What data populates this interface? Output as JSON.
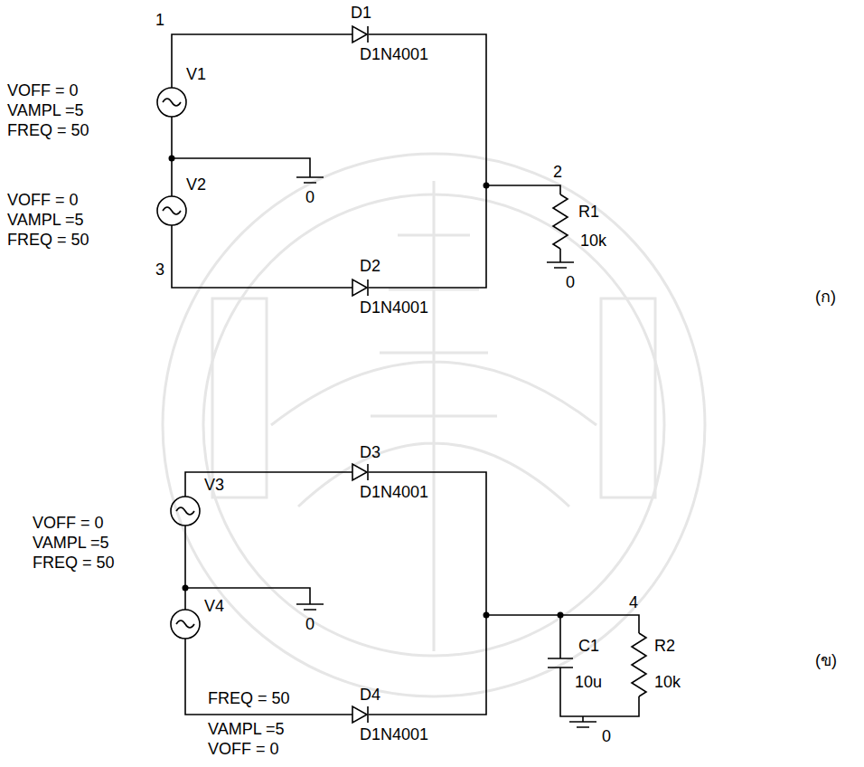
{
  "diagram": {
    "labels": [
      "1",
      "D1",
      "V1",
      "VOFF = 0",
      "VAMPL =5",
      "FREQ = 50",
      "D1N4001",
      "0",
      "2",
      "R1",
      "10k",
      "V2",
      "VOFF = 0",
      "VAMPL =5",
      "FREQ = 50",
      "3",
      "D2",
      "D1N4001",
      "0",
      "(ก)",
      "D3",
      "V3",
      "D1N4001",
      "VOFF = 0",
      "VAMPL =5",
      "FREQ = 50",
      "0",
      "4",
      "C1",
      "10u",
      "R2",
      "10k",
      "V4",
      "FREQ = 50",
      "VAMPL =5",
      "VOFF = 0",
      "D4",
      "D1N4001",
      "0",
      "(ข)"
    ]
  }
}
